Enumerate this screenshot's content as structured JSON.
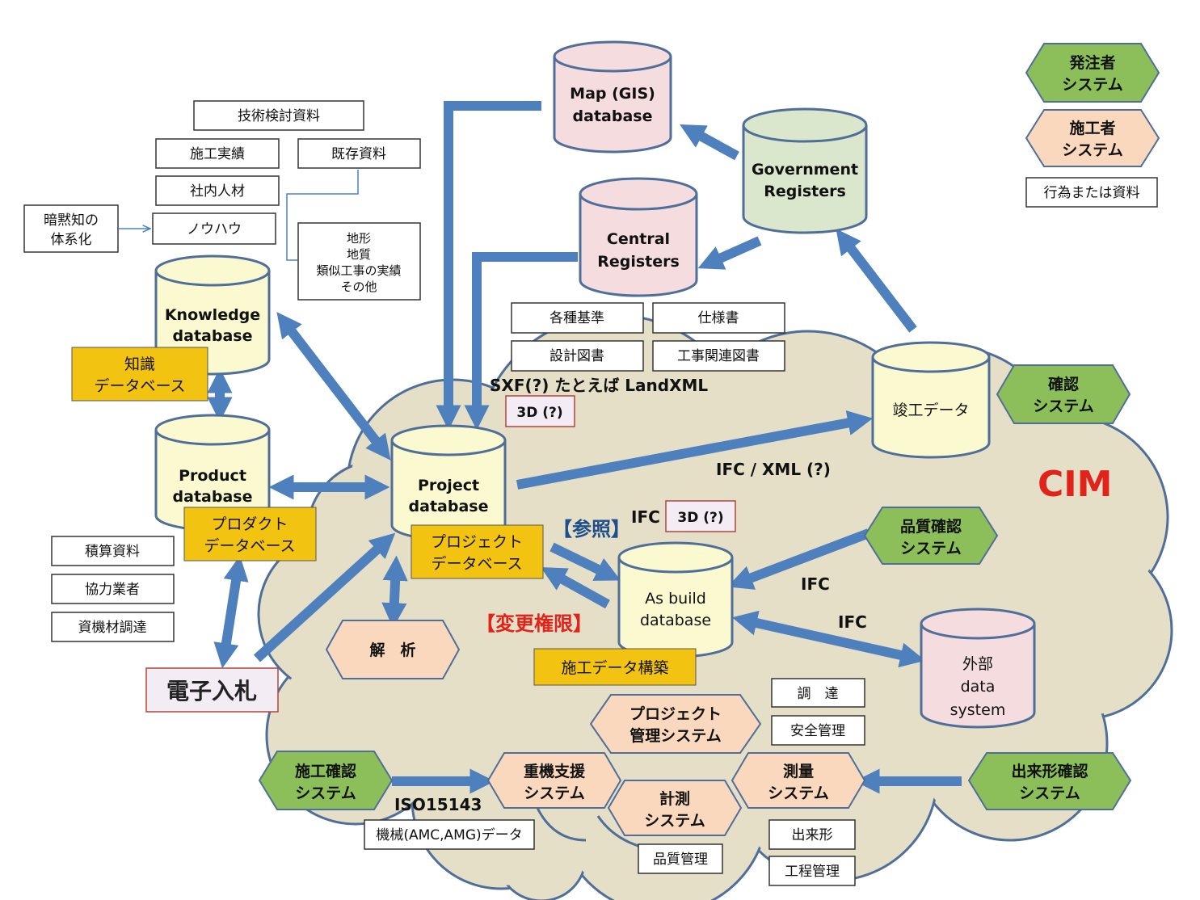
{
  "colors": {
    "cloud_fill": "#e6dfc8",
    "cloud_stroke": "#4f6e99",
    "arrow": "#4e80bd",
    "cylinder_yellow": "#fbf9cf",
    "cylinder_pink": "#f5dddf",
    "cylinder_green": "#dbe7cc",
    "hex_green": "#8cbf5a",
    "hex_peach": "#f9d8bd",
    "label_gold": "#f2c311",
    "cim_red": "#e0241b",
    "change_red": "#e0241b",
    "ref_blue": "#1f4e8c"
  },
  "legend": {
    "client_system": [
      "発注者",
      "システム"
    ],
    "contractor_system": [
      "施工者",
      "システム"
    ],
    "action_or_material": "行為または資料"
  },
  "databases": {
    "map_gis": [
      "Map (GIS)",
      "database"
    ],
    "government": [
      "Government",
      "Registers"
    ],
    "central": [
      "Central",
      "Registers"
    ],
    "knowledge": [
      "Knowledge",
      "database"
    ],
    "product": [
      "Product",
      "database"
    ],
    "project": [
      "Project",
      "database"
    ],
    "completion": [
      "竣工データ"
    ],
    "as_build": [
      "As build",
      "database"
    ],
    "external": [
      "外部",
      "data",
      "system"
    ]
  },
  "labels": {
    "knowledge_jp": [
      "知識",
      "データベース"
    ],
    "product_jp": [
      "プロダクト",
      "データベース"
    ],
    "project_jp": [
      "プロジェクト",
      "データベース"
    ],
    "construction_data": "施工データ構築",
    "e_bidding": "電子入札",
    "sxf": "SXF(?) たとえば LandXML",
    "three_d_1": "3D (?)",
    "three_d_2": "3D (?)",
    "ifc_xml": "IFC / XML (?)",
    "ifc_1": "IFC",
    "ifc_2": "IFC",
    "ifc_3": "IFC",
    "reference": "【参照】",
    "change_authority": "【変更権限】",
    "cim": "CIM",
    "iso": "ISO15143"
  },
  "materials": {
    "tech_review": "技術検討資料",
    "construction_record": "施工実績",
    "existing": "既存資料",
    "internal_staff": "社内人材",
    "knowhow": "ノウハウ",
    "tacit": [
      "暗黙知の",
      "体系化"
    ],
    "terrain": [
      "地形",
      "地質",
      "類似工事の実績",
      "その他"
    ],
    "standards": "各種基準",
    "spec": "仕様書",
    "design_drawings": "設計図書",
    "work_drawings": "工事関連図書",
    "estimate": "積算資料",
    "partners": "協力業者",
    "procurement_mat": "資機材調達",
    "procurement": "調　達",
    "safety": "安全管理",
    "as_built_shape": "出来形",
    "schedule": "工程管理",
    "quality": "品質管理",
    "machine_data": "機械(AMC,AMG)データ"
  },
  "systems": {
    "confirm": [
      "確認",
      "システム"
    ],
    "quality_confirm": [
      "品質確認",
      "システム"
    ],
    "analysis": [
      "解　析"
    ],
    "project_mgmt": [
      "プロジェクト",
      "管理システム"
    ],
    "construction_confirm": [
      "施工確認",
      "システム"
    ],
    "heavy_machine": [
      "重機支援",
      "システム"
    ],
    "measurement": [
      "計測",
      "システム"
    ],
    "survey": [
      "測量",
      "システム"
    ],
    "as_built_confirm": [
      "出来形確認",
      "システム"
    ]
  }
}
